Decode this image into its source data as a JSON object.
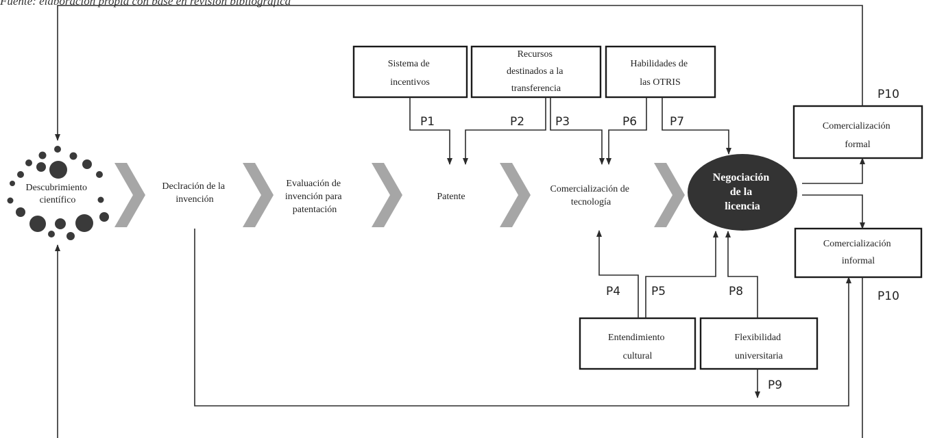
{
  "caption_fragment": "Fuente: elaboración propia con base en revisión bibliográfica",
  "stages": {
    "discovery": [
      "Descubrimiento",
      "científico"
    ],
    "declaration": [
      "Declración de la",
      "invención"
    ],
    "evaluation": [
      "Evaluación de",
      "invención para",
      "patentación"
    ],
    "patent": [
      "Patente"
    ],
    "commercialization": [
      "Comercialización de",
      "tecnología"
    ],
    "negotiation": [
      "Negociación",
      "de la",
      "licencia"
    ]
  },
  "boxes": {
    "incentives": [
      "Sistema de",
      "incentivos"
    ],
    "resources": [
      "Recursos",
      "destinados a la",
      "transferencia"
    ],
    "skills": [
      "Habilidades de",
      "las OTRIS"
    ],
    "formal": [
      "Comercialización",
      "formal"
    ],
    "informal": [
      "Comercialización",
      "informal"
    ],
    "cultural": [
      "Entendimiento",
      "cultural"
    ],
    "flexibility": [
      "Flexibilidad",
      "universitaria"
    ]
  },
  "propositions": {
    "p1": "P1",
    "p2": "P2",
    "p3": "P3",
    "p4": "P4",
    "p5": "P5",
    "p6": "P6",
    "p7": "P7",
    "p8": "P8",
    "p9": "P9",
    "p10_top": "P10",
    "p10_bottom": "P10"
  },
  "colors": {
    "chevron": "#a6a6a6",
    "dot": "#3a3a3a",
    "negotiation_fill": "#333333",
    "line": "#2b2b2b"
  }
}
